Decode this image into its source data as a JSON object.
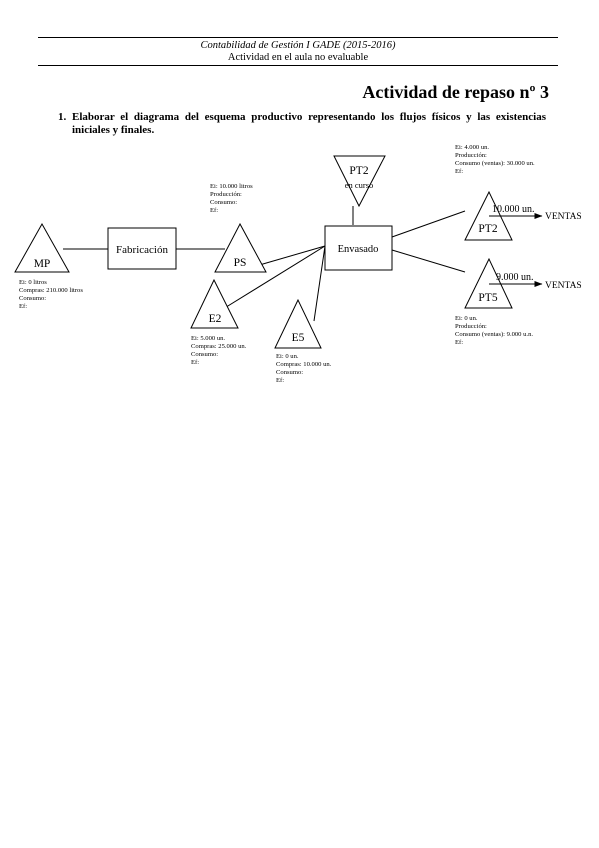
{
  "header": {
    "course": "Contabilidad de Gestión I GADE (2015-2016)",
    "subtitle": "Actividad en el aula no evaluable"
  },
  "title": "Actividad de repaso nº 3",
  "question": {
    "number": "1.",
    "text": "Elaborar el diagrama del esquema productivo representando los flujos físicos y las existencias iniciales y finales."
  },
  "diagram": {
    "processes": {
      "fabricacion": "Fabricación",
      "envasado": "Envasado"
    },
    "stocks": {
      "mp": {
        "label": "MP",
        "notes": [
          "Ei: 0 litros",
          "Compras: 210.000 litros",
          "Consumo:",
          "Ef:"
        ]
      },
      "ps": {
        "label": "PS",
        "notes": [
          "Ei: 10.000 litros",
          "Producción:",
          "Consumo:",
          "Ef:"
        ]
      },
      "e2": {
        "label": "E2",
        "notes": [
          "Ei: 5.000 un.",
          "Compras: 25.000 un.",
          "Consumo:",
          "Ef:"
        ]
      },
      "e5": {
        "label": "E5",
        "notes": [
          "Ei: 0 un.",
          "Compras: 10.000 un.",
          "Consumo:",
          "Ef:"
        ]
      },
      "pt2_curso": {
        "label": "PT2",
        "sublabel": "en curso"
      },
      "pt2": {
        "label": "PT2",
        "notes": [
          "Ei: 4.000 un.",
          "Producción:",
          "Consumo (ventas): 30.000 un.",
          "Ef:"
        ],
        "flow": "10.000 un.",
        "destination": "VENTAS"
      },
      "pt5": {
        "label": "PT5",
        "notes": [
          "Ei: 0 un.",
          "Producción:",
          "Consumo (ventas): 9.000 u.n.",
          "Ef:"
        ],
        "flow": "9.000 un.",
        "destination": "VENTAS"
      }
    }
  }
}
